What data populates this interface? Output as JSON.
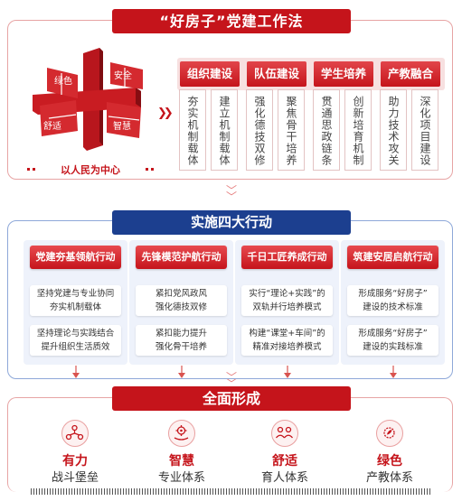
{
  "section1": {
    "title": "“好房子”党建工作法",
    "puzzle_labels": [
      "绿色",
      "安全",
      "舒适",
      "智慧"
    ],
    "caption": "以人民为中心",
    "categories": [
      {
        "name": "组织建设",
        "items": [
          "夯实机制载体",
          "建立机制载体"
        ]
      },
      {
        "name": "队伍建设",
        "items": [
          "强化德技双修",
          "聚焦骨干培养"
        ]
      },
      {
        "name": "学生培养",
        "items": [
          "贯通思政链条",
          "创新培育机制"
        ]
      },
      {
        "name": "产教融合",
        "items": [
          "助力技术攻关",
          "深化项目建设"
        ]
      }
    ]
  },
  "section2": {
    "title": "实施四大行动",
    "columns": [
      {
        "title": "党建夯基领航行动",
        "items": [
          [
            "坚持党建与专业协同",
            "夯实机制载体"
          ],
          [
            "坚持理论与实践结合",
            "提升组织生活质效"
          ]
        ]
      },
      {
        "title": "先锋模范护航行动",
        "items": [
          [
            "紧扣党风政风",
            "强化德技双修"
          ],
          [
            "紧扣能力提升",
            "强化骨干培养"
          ]
        ]
      },
      {
        "title": "千日工匠养成行动",
        "items": [
          [
            "实行“理论+实践”的",
            "双轨并行培养模式"
          ],
          [
            "构建“课堂+车间”的",
            "精准对接培养模式"
          ]
        ]
      },
      {
        "title": "筑建安居启航行动",
        "items": [
          [
            "形成服务“好房子”",
            "建设的技术标准"
          ],
          [
            "形成服务“好房子”",
            "建设的实践标准"
          ]
        ]
      }
    ]
  },
  "section3": {
    "title": "全面形成",
    "outcomes": [
      {
        "keyword": "有力",
        "label": "战斗堡垒",
        "icon": "network-icon"
      },
      {
        "keyword": "智慧",
        "label": "专业体系",
        "icon": "gear-hand-icon"
      },
      {
        "keyword": "舒适",
        "label": "育人体系",
        "icon": "people-icon"
      },
      {
        "keyword": "绿色",
        "label": "产教体系",
        "icon": "leaf-gear-icon"
      }
    ]
  },
  "colors": {
    "red": "#c5141b",
    "blue": "#1c3f8f",
    "light_blue": "#eef2fb",
    "light_red": "#f7e0e0"
  }
}
